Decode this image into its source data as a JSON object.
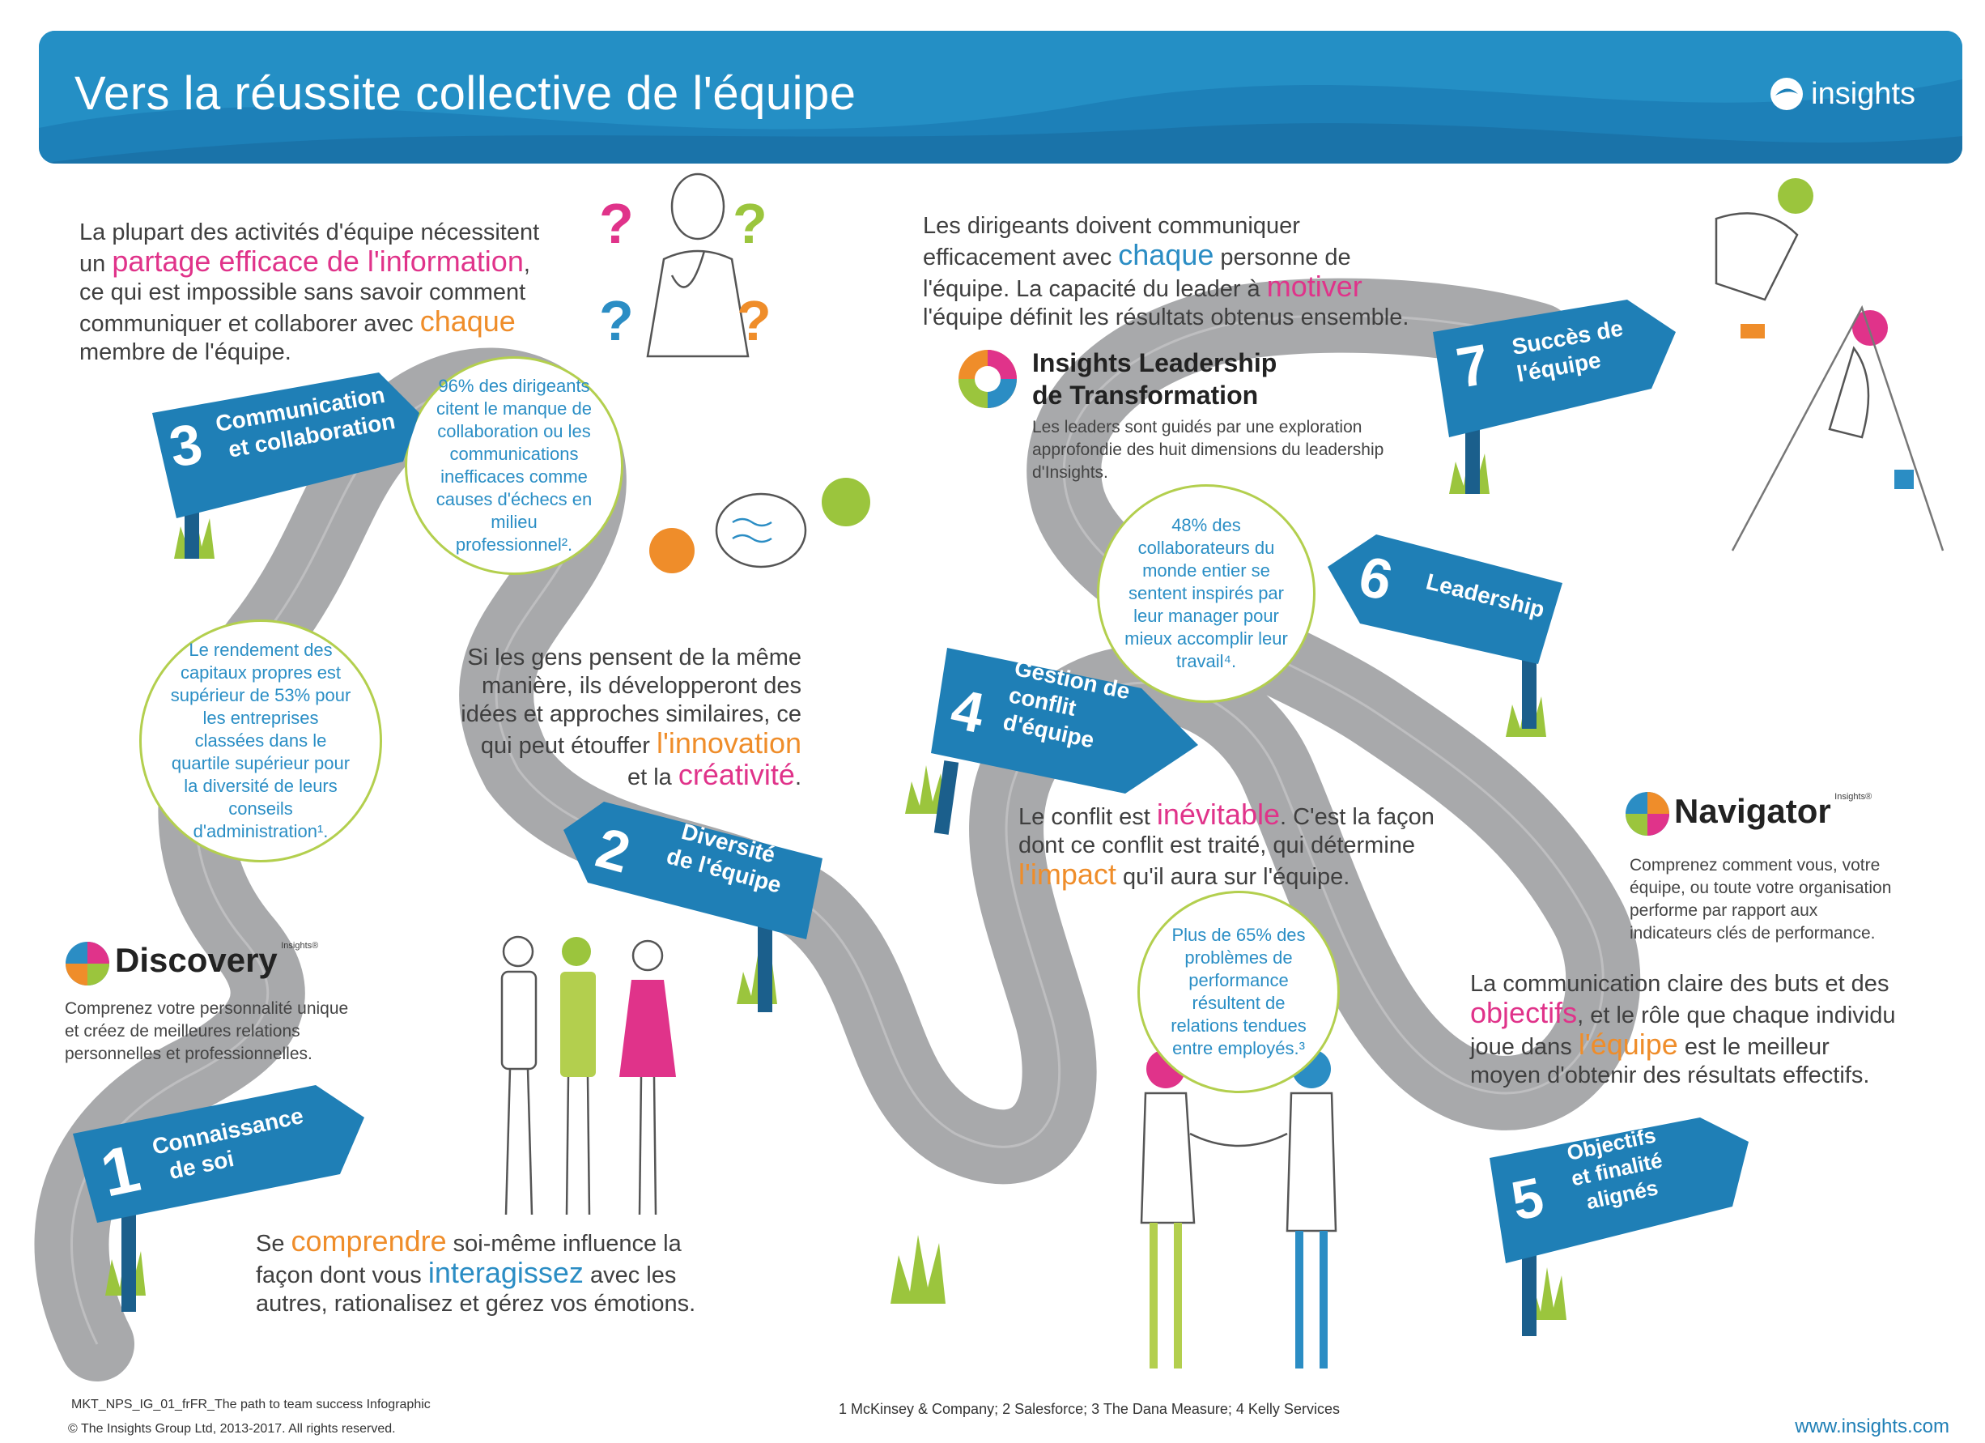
{
  "header": {
    "title": "Vers la réussite collective de l'équipe",
    "logo_text": "insights"
  },
  "intro": {
    "line1": "La plupart des activités d'équipe nécessitent",
    "pre2": "un ",
    "hl2": "partage efficace de l'information",
    "post2": ",",
    "line3": "ce qui est impossible sans savoir comment",
    "pre4": "communiquer et collaborer avec ",
    "hl4": "chaque",
    "line5": "membre de l'équipe."
  },
  "leaders_text": {
    "line1": "Les dirigeants doivent communiquer",
    "pre2": "efficacement avec ",
    "hl2": "chaque",
    "post2": " personne de",
    "pre3": "l'équipe. La capacité du leader à ",
    "hl3": "motiver",
    "line4": "l'équipe définit les résultats obtenus ensemble."
  },
  "leadership_product": {
    "title_line1": "Insights Leadership",
    "title_line2": "de Transformation",
    "desc1": "Les leaders sont guidés par une exploration",
    "desc2": "approfondie des huit dimensions du leadership",
    "desc3": "d'Insights."
  },
  "circles": {
    "c1": "96% des dirigeants citent le manque de collaboration ou les communications inefficaces comme causes d'échecs en milieu professionnel².",
    "c2": "Le rendement des capitaux propres est supérieur de 53% pour les entreprises classées dans le quartile supérieur pour la diversité de leurs conseils d'administration¹.",
    "c3": "48% des collaborateurs du monde entier se sentent inspirés par leur manager pour mieux accomplir leur travail⁴.",
    "c4": "Plus de 65% des problèmes de performance résultent de relations tendues entre employés.³"
  },
  "diversity_text": {
    "line1": "Si les gens pensent de la même",
    "line2": "manière, ils développeront des",
    "line3": "idées et approches similaires, ce",
    "pre4": "qui peut étouffer ",
    "hl4": "l'innovation",
    "pre5": "et la ",
    "hl5": "créativité",
    "post5": "."
  },
  "conflict_text": {
    "pre1": "Le conflit est ",
    "hl1": "inévitable",
    "post1": ". C'est la façon",
    "line2": "dont ce conflit est traité, qui détermine",
    "hl3": "l'impact",
    "post3": " qu'il aura sur l'équipe."
  },
  "discovery": {
    "title": "Discovery",
    "tag": "Insights®",
    "desc1": "Comprenez votre personnalité unique",
    "desc2": "et créez de meilleures relations",
    "desc3": "personnelles et professionnelles."
  },
  "navigator": {
    "title": "Navigator",
    "tag": "Insights®",
    "desc1": "Comprenez comment vous, votre",
    "desc2": "équipe, ou toute votre organisation",
    "desc3": "performe par rapport aux",
    "desc4": "indicateurs clés de performance."
  },
  "self_text": {
    "pre1": "Se ",
    "hl1": "comprendre",
    "post1": " soi-même influence la",
    "pre2": "façon dont vous ",
    "hl2": "interagissez",
    "post2": " avec les",
    "line3": "autres, rationalisez et gérez vos émotions."
  },
  "goals_text": {
    "line1": "La communication claire des buts et des",
    "hl2": "objectifs",
    "post2": ", et le rôle que chaque individu",
    "pre3": "joue dans ",
    "hl3": "l'équipe",
    "post3": " est le meilleur",
    "line4": "moyen d'obtenir des résultats effectifs."
  },
  "signs": {
    "s1": {
      "num": "1",
      "l1": "Connaissance",
      "l2": "de soi"
    },
    "s2": {
      "num": "2",
      "l1": "Diversité",
      "l2": "de l'équipe"
    },
    "s3": {
      "num": "3",
      "l1": "Communication",
      "l2": "et collaboration"
    },
    "s4": {
      "num": "4",
      "l1": "Gestion de",
      "l2": "conflit",
      "l3": "d'équipe"
    },
    "s5": {
      "num": "5",
      "l1": "Objectifs",
      "l2": "et finalité",
      "l3": "alignés"
    },
    "s6": {
      "num": "6",
      "l1": "Leadership"
    },
    "s7": {
      "num": "7",
      "l1": "Succès de",
      "l2": "l'équipe"
    }
  },
  "footer": {
    "code": "MKT_NPS_IG_01_frFR_The path to team success Infographic",
    "copyright": "© The Insights Group Ltd, 2013-2017. All rights reserved.",
    "sources": "1 McKinsey & Company; 2 Salesforce; 3 The Dana Measure; 4 Kelly Services",
    "url": "www.insights.com"
  },
  "colors": {
    "blue": "#1f7fb6",
    "pink": "#e0338a",
    "orange": "#ef8d2a",
    "green": "#b3cf4e",
    "road": "#a8a9ab"
  }
}
